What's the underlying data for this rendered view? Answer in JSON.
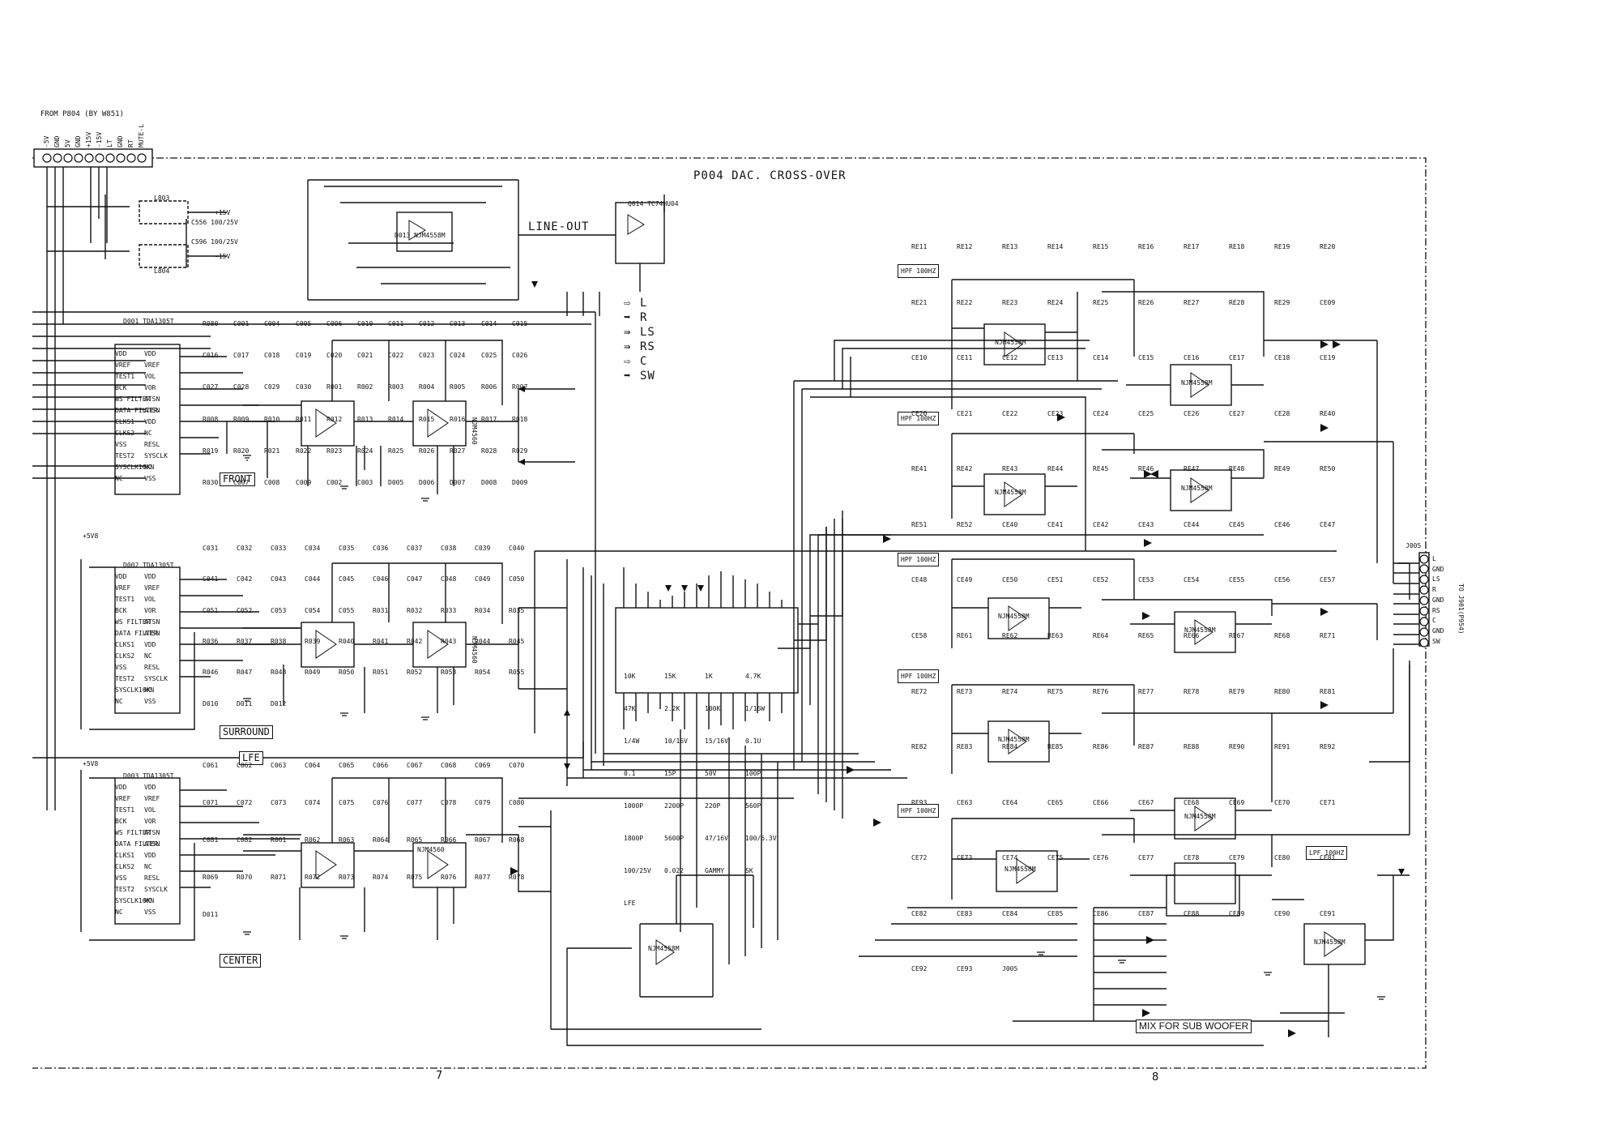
{
  "header": {
    "source": "FROM P804 (BY W851)",
    "pins": [
      "-5V",
      "GND",
      "5V",
      "GND",
      "+15V",
      "-15V",
      "LT",
      "GND",
      "RT",
      "MUTE-L"
    ]
  },
  "board": {
    "title": "P004 DAC. CROSS-OVER",
    "line_out": "LINE-OUT"
  },
  "legend": [
    {
      "symbol": "⇨",
      "label": "L"
    },
    {
      "symbol": "➡",
      "label": "R"
    },
    {
      "symbol": "⇛",
      "label": "LS"
    },
    {
      "symbol": "⇛",
      "label": "RS"
    },
    {
      "symbol": "⇨",
      "label": "C"
    },
    {
      "symbol": "➡",
      "label": "SW"
    }
  ],
  "sections": {
    "front": "FRONT",
    "surround": "SURROUND",
    "lfe": "LFE",
    "center": "CENTER",
    "mix": "MIX FOR SUB WOOFER"
  },
  "filters": [
    "HPF 100HZ",
    "HPF 100HZ",
    "HPF 100HZ",
    "HPF 100HZ",
    "HPF 100HZ",
    "LPF 100HZ"
  ],
  "connector": {
    "ref": "J005",
    "pins": [
      "L",
      "GND",
      "LS",
      "R",
      "GND",
      "RS",
      "C",
      "GND",
      "SW"
    ],
    "destination": "TO J901(P954)"
  },
  "supply": {
    "plus5": "+5V8",
    "plus15": "+15V",
    "minus15": "-15V",
    "lcap": "C556 100/25V",
    "lcap2": "C596 100/25V",
    "l1": "L803",
    "l2": "L804"
  },
  "ics": {
    "dac_front": "D001 TDA1305T",
    "dac_surround": "D002 TDA1305T",
    "dac_center": "D003 TDA1305T",
    "opamp": "NJM4560",
    "opamp2": "NJM4558M",
    "mixer": "Q014 TC74HU04",
    "selector": "D013 NJM4558M"
  },
  "dac_pins": [
    "VDD",
    "VREF",
    "TEST1",
    "BCK",
    "WS FILTER",
    "DATA FILTER",
    "CLKS1",
    "CLKS2",
    "VSS",
    "TEST2",
    "SYSCLK16KN",
    "NC",
    "NC",
    "VDD",
    "VREF",
    "VOL",
    "VOR",
    "ATSN",
    "ATSN",
    "VDD",
    "NC",
    "RESL",
    "SYSCLK",
    "NC",
    "VSS"
  ],
  "pages": {
    "left": "7",
    "right": "8"
  },
  "components": {
    "front_parts": [
      "R080",
      "C001",
      "C004",
      "C005",
      "C006",
      "C010",
      "C011",
      "C012",
      "C013",
      "C014",
      "C015",
      "C016",
      "C017",
      "C018",
      "C019",
      "C020",
      "C021",
      "C022",
      "C023",
      "C024",
      "C025",
      "C026",
      "C027",
      "C028",
      "C029",
      "C030",
      "R001",
      "R002",
      "R003",
      "R004",
      "R005",
      "R006",
      "R007",
      "R008",
      "R009",
      "R010",
      "R011",
      "R012",
      "R013",
      "R014",
      "R015",
      "R016",
      "R017",
      "R018",
      "R019",
      "R020",
      "R021",
      "R022",
      "R023",
      "R024",
      "R025",
      "R026",
      "R027",
      "R028",
      "R029",
      "R030",
      "C007",
      "C008",
      "C009",
      "C002",
      "C003",
      "D005",
      "D006",
      "D007",
      "D008",
      "D009"
    ],
    "surround_parts": [
      "C031",
      "C032",
      "C033",
      "C034",
      "C035",
      "C036",
      "C037",
      "C038",
      "C039",
      "C040",
      "C041",
      "C042",
      "C043",
      "C044",
      "C045",
      "C046",
      "C047",
      "C048",
      "C049",
      "C050",
      "C051",
      "C052",
      "C053",
      "C054",
      "C055",
      "R031",
      "R032",
      "R033",
      "R034",
      "R035",
      "R036",
      "R037",
      "R038",
      "R039",
      "R040",
      "R041",
      "R042",
      "R043",
      "R044",
      "R045",
      "R046",
      "R047",
      "R048",
      "R049",
      "R050",
      "R051",
      "R052",
      "R053",
      "R054",
      "R055",
      "D010",
      "D011",
      "D012"
    ],
    "center_parts": [
      "C061",
      "C062",
      "C063",
      "C064",
      "C065",
      "C066",
      "C067",
      "C068",
      "C069",
      "C070",
      "C071",
      "C072",
      "C073",
      "C074",
      "C075",
      "C076",
      "C077",
      "C078",
      "C079",
      "C080",
      "C081",
      "C082",
      "R061",
      "R062",
      "R063",
      "R064",
      "R065",
      "R066",
      "R067",
      "R068",
      "R069",
      "R070",
      "R071",
      "R072",
      "R073",
      "R074",
      "R075",
      "R076",
      "R077",
      "R078",
      "D011"
    ],
    "crossover_parts": [
      "RE11",
      "RE12",
      "RE13",
      "RE14",
      "RE15",
      "RE16",
      "RE17",
      "RE18",
      "RE19",
      "RE20",
      "RE21",
      "RE22",
      "RE23",
      "RE24",
      "RE25",
      "RE26",
      "RE27",
      "RE28",
      "RE29",
      "CE09",
      "CE10",
      "CE11",
      "CE12",
      "CE13",
      "CE14",
      "CE15",
      "CE16",
      "CE17",
      "CE18",
      "CE19",
      "CE20",
      "CE21",
      "CE22",
      "CE23",
      "CE24",
      "CE25",
      "CE26",
      "CE27",
      "CE28",
      "RE40",
      "RE41",
      "RE42",
      "RE43",
      "RE44",
      "RE45",
      "RE46",
      "RE47",
      "RE48",
      "RE49",
      "RE50",
      "RE51",
      "RE52",
      "CE40",
      "CE41",
      "CE42",
      "CE43",
      "CE44",
      "CE45",
      "CE46",
      "CE47",
      "CE48",
      "CE49",
      "CE50",
      "CE51",
      "CE52",
      "CE53",
      "CE54",
      "CE55",
      "CE56",
      "CE57",
      "CE58",
      "RE61",
      "RE62",
      "RE63",
      "RE64",
      "RE65",
      "RE66",
      "RE67",
      "RE68",
      "RE71",
      "RE72",
      "RE73",
      "RE74",
      "RE75",
      "RE76",
      "RE77",
      "RE78",
      "RE79",
      "RE80",
      "RE81",
      "RE82",
      "RE83",
      "RE84",
      "RE85",
      "RE86",
      "RE87",
      "RE88",
      "RE90",
      "RE91",
      "RE92",
      "RE93",
      "CE63",
      "CE64",
      "CE65",
      "CE66",
      "CE67",
      "CE68",
      "CE69",
      "CE70",
      "CE71",
      "CE72",
      "CE73",
      "CE74",
      "CE75",
      "CE76",
      "CE77",
      "CE78",
      "CE79",
      "CE80",
      "CE81",
      "CE82",
      "CE83",
      "CE84",
      "CE85",
      "CE86",
      "CE87",
      "CE88",
      "CE89",
      "CE90",
      "CE91",
      "CE92",
      "CE93",
      "J005"
    ],
    "values": [
      "10K",
      "15K",
      "1K",
      "4.7K",
      "47K",
      "2.2K",
      "100K",
      "1/16W",
      "1/4W",
      "10/16V",
      "15/16V",
      "0.1U",
      "0.1",
      "15P",
      "50V",
      "100P",
      "1000P",
      "2200P",
      "220P",
      "560P",
      "1800P",
      "5600P",
      "47/16V",
      "100/6.3V",
      "100/25V",
      "0.022",
      "GAMMY",
      "SK",
      "LFE"
    ]
  }
}
